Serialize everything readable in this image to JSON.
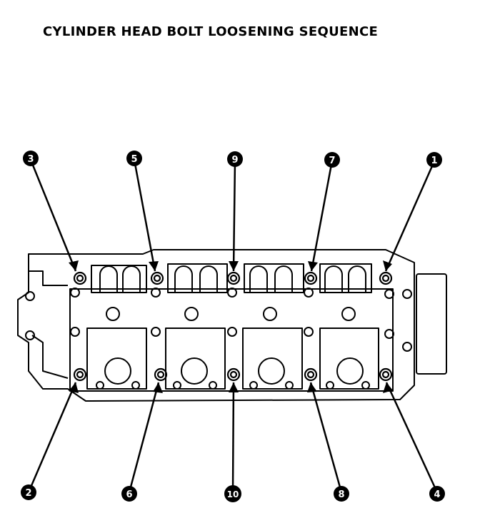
{
  "title": "CYLINDER HEAD BOLT LOOSENING SEQUENCE",
  "callouts": [
    {
      "id": "1",
      "label": "1"
    },
    {
      "id": "2",
      "label": "2"
    },
    {
      "id": "3",
      "label": "3"
    },
    {
      "id": "4",
      "label": "4"
    },
    {
      "id": "5",
      "label": "5"
    },
    {
      "id": "6",
      "label": "6"
    },
    {
      "id": "7",
      "label": "7"
    },
    {
      "id": "8",
      "label": "8"
    },
    {
      "id": "9",
      "label": "9"
    },
    {
      "id": "10",
      "label": "10"
    }
  ],
  "colors": {
    "ink": "#000000",
    "paper": "#ffffff"
  }
}
